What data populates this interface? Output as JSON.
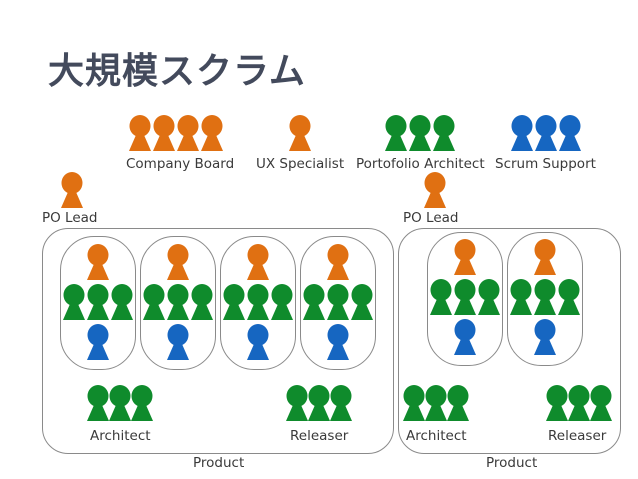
{
  "title": "大規模スクラム",
  "colors": {
    "orange": "#e07012",
    "green": "#0f8b2c",
    "blue": "#1666c1",
    "outline": "#8a8a8a",
    "title": "#434a5c"
  },
  "icons": {
    "person": "person-icon"
  },
  "roles": {
    "company_board": "Company Board",
    "ux_specialist": "UX Specialist",
    "portfolio_architect": "Portofolio Architect",
    "scrum_support": "Scrum Support"
  },
  "products": [
    {
      "po_lead": "PO Lead",
      "label": "Product",
      "architect": "Architect",
      "releaser": "Releaser",
      "team_count": 4
    },
    {
      "po_lead": "PO Lead",
      "label": "Product",
      "architect": "Architect",
      "releaser": "Releaser",
      "team_count": 2
    }
  ]
}
